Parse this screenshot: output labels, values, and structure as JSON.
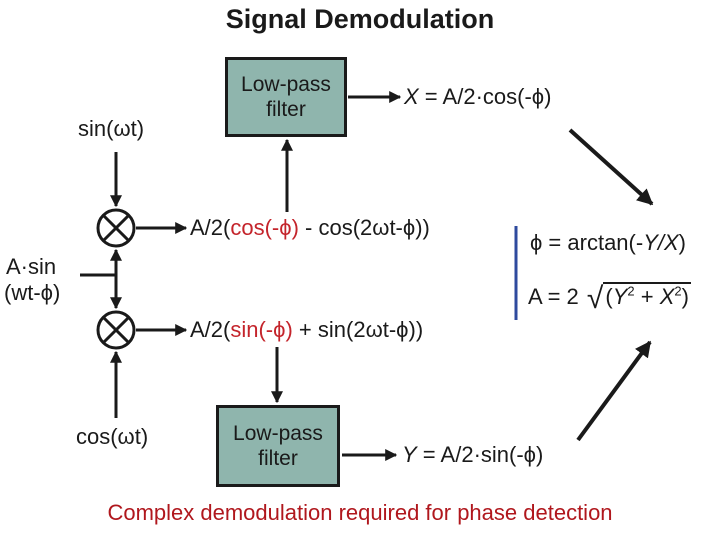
{
  "title": "Signal Demodulation",
  "footer": "Complex demodulation required for phase detection",
  "inputs": {
    "sin_ref": "sin(ωt)",
    "cos_ref": "cos(ωt)",
    "signal_line1": "A·sin",
    "signal_line2": "(wt-ϕ)"
  },
  "filters": {
    "top": {
      "line1": "Low-pass",
      "line2": "filter"
    },
    "bottom": {
      "line1": "Low-pass",
      "line2": "filter"
    }
  },
  "mixer_outputs": {
    "top": {
      "prefix": "A/2(",
      "red": "cos(-ϕ)",
      "suffix": "- cos(2ωt-ϕ))"
    },
    "bottom": {
      "prefix": "A/2(",
      "red": "sin(-ϕ)",
      "suffix": "+ sin(2ωt-ϕ))"
    }
  },
  "outputs": {
    "x": {
      "var": "X",
      "expr": " = A/2·cos(-ϕ)"
    },
    "y": {
      "var": "Y",
      "expr": " = A/2·sin(-ϕ)"
    }
  },
  "results": {
    "phi_lhs": "ϕ = arctan(-",
    "phi_frac": "Y/X",
    "phi_close": ")",
    "amp_lhs": "A = 2 ",
    "amp_sqrt": "√",
    "amp_y": "Y",
    "amp_plus": " + ",
    "amp_x": "X",
    "amp_exp": "2"
  },
  "colors": {
    "filter_fill": "#8fb5ad",
    "highlight_red": "#c4242b",
    "footer_red": "#b0171d",
    "divider_blue": "#2e4a9e"
  }
}
